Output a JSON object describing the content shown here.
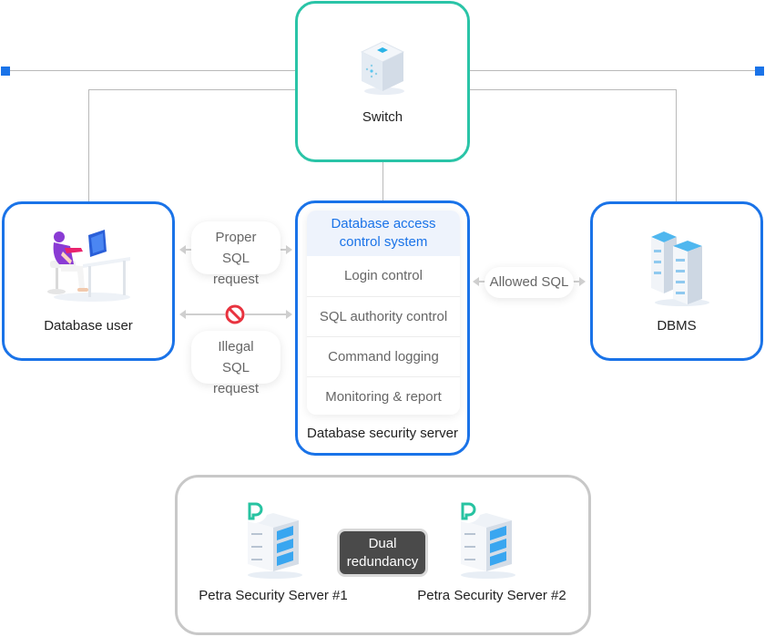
{
  "switch": {
    "label": "Switch"
  },
  "user": {
    "label": "Database user"
  },
  "dbms": {
    "label": "DBMS"
  },
  "security_server": {
    "label": "Database security server",
    "header_line1": "Database access",
    "header_line2": "control system",
    "rows": [
      "Login control",
      "SQL authority control",
      "Command logging",
      "Monitoring & report"
    ]
  },
  "flows": {
    "proper_line1": "Proper",
    "proper_line2": "SQL request",
    "illegal_line1": "Illegal",
    "illegal_line2": "SQL request",
    "allowed": "Allowed SQL"
  },
  "petra": {
    "server1": "Petra Security Server #1",
    "server2": "Petra Security Server #2",
    "dual_line1": "Dual",
    "dual_line2": "redundancy"
  },
  "colors": {
    "accent": "#1a73e8",
    "teal": "#2ac4a7",
    "block": "#e8333f",
    "gray": "#c8c8c8"
  },
  "icons": [
    "switch-icon",
    "user-at-desk-icon",
    "server-rack-icon",
    "block-icon",
    "petra-logo-icon",
    "petra-server-icon"
  ]
}
